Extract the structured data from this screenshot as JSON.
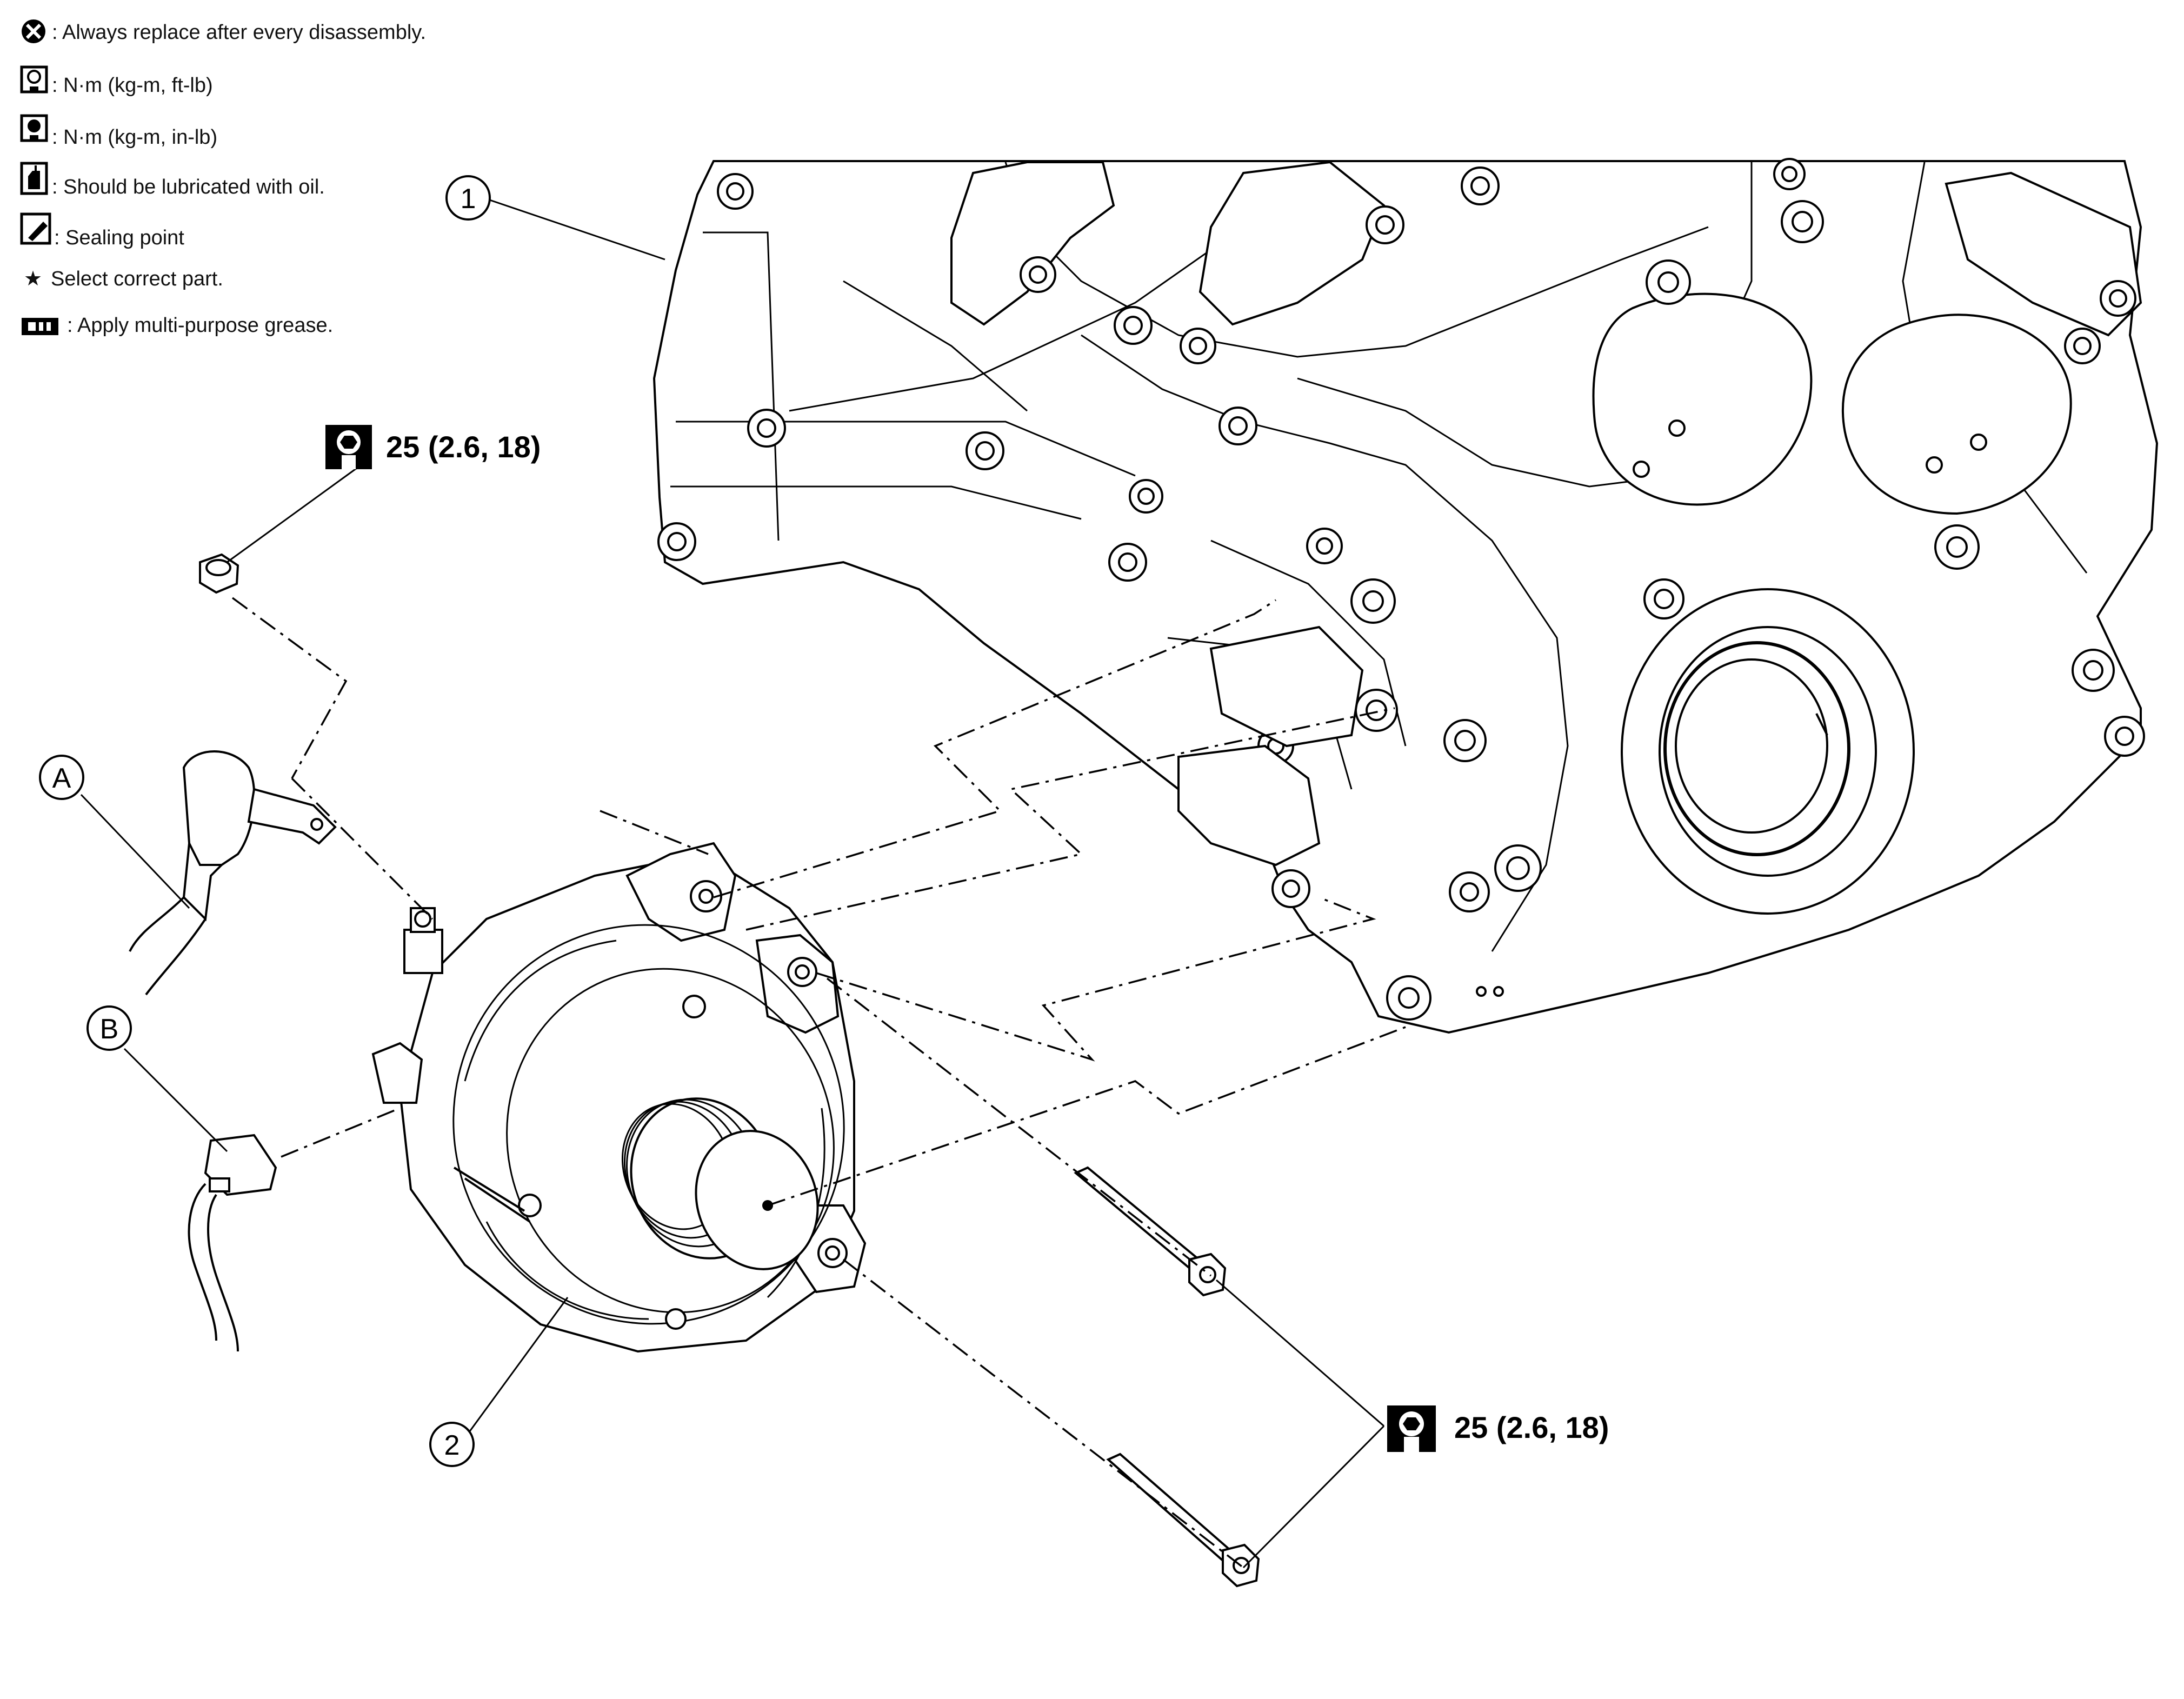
{
  "legend": {
    "items": [
      {
        "icon": "replace-icon",
        "text": ": Always replace after every disassembly."
      },
      {
        "icon": "torque-ftlb-icon",
        "text": ": N·m (kg-m, ft-lb)"
      },
      {
        "icon": "torque-inlb-icon",
        "text": ": N·m (kg-m, in-lb)"
      },
      {
        "icon": "oil-can-icon",
        "text": ": Should be lubricated with oil."
      },
      {
        "icon": "sealing-point-icon",
        "text": ": Sealing point"
      },
      {
        "icon": "star-icon",
        "text": "Select correct part."
      },
      {
        "icon": "grease-icon",
        "text": ": Apply multi-purpose grease."
      }
    ]
  },
  "torque_specs": {
    "top": "25 (2.6, 18)",
    "bottom": "25 (2.6, 18)"
  },
  "callouts": {
    "part_1": "1",
    "part_2": "2",
    "ref_a": "A",
    "ref_b": "B"
  }
}
